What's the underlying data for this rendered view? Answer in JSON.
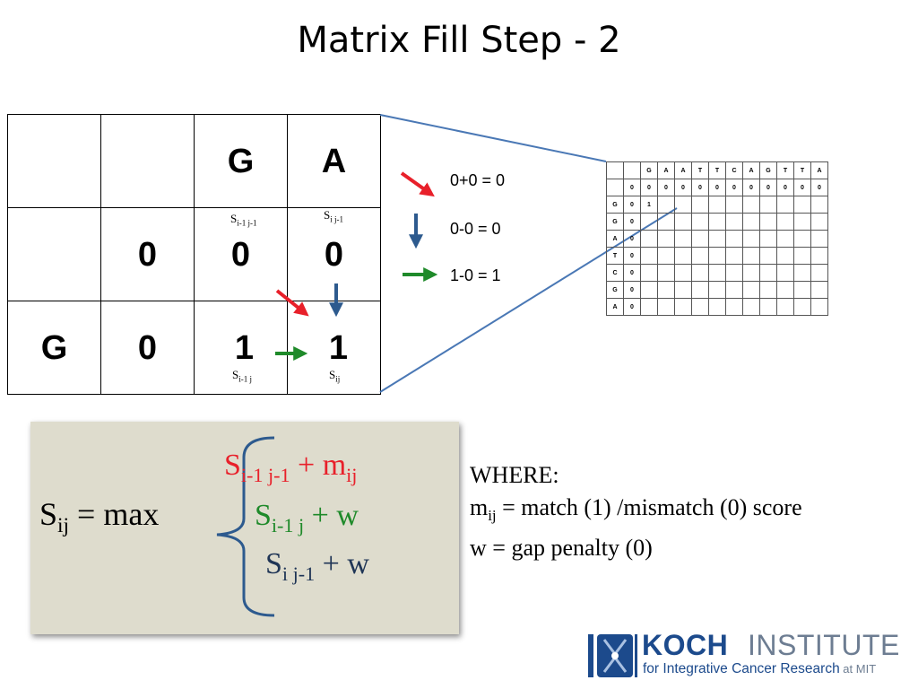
{
  "title": "Matrix Fill Step - 2",
  "zoom_grid": [
    [
      "",
      "",
      "G",
      "A"
    ],
    [
      "",
      "0",
      "0",
      "0"
    ],
    [
      "G",
      "0",
      "1",
      "1"
    ]
  ],
  "sub_labels": {
    "diag": {
      "base": "S",
      "sub": "i-1 j-1"
    },
    "up": {
      "base": "S",
      "sub": "i j-1"
    },
    "left": {
      "base": "S",
      "sub": "i-1 j"
    },
    "current": {
      "base": "S",
      "sub": "ij"
    }
  },
  "legend": [
    {
      "arrow": "red-diagonal-arrow",
      "color": "#e8202a",
      "text": "0+0 = 0"
    },
    {
      "arrow": "blue-down-arrow",
      "color": "#2d5a8e",
      "text": "0-0 = 0"
    },
    {
      "arrow": "green-right-arrow",
      "color": "#1f8a2a",
      "text": "1-0 = 1"
    }
  ],
  "mini_grid": [
    [
      "",
      "",
      "G",
      "A",
      "A",
      "T",
      "T",
      "C",
      "A",
      "G",
      "T",
      "T",
      "A"
    ],
    [
      "",
      "0",
      "0",
      "0",
      "0",
      "0",
      "0",
      "0",
      "0",
      "0",
      "0",
      "0",
      "0"
    ],
    [
      "G",
      "0",
      "1",
      "",
      "",
      "",
      "",
      "",
      "",
      "",
      "",
      "",
      ""
    ],
    [
      "G",
      "0",
      "",
      "",
      "",
      "",
      "",
      "",
      "",
      "",
      "",
      "",
      ""
    ],
    [
      "A",
      "0",
      "",
      "",
      "",
      "",
      "",
      "",
      "",
      "",
      "",
      "",
      ""
    ],
    [
      "T",
      "0",
      "",
      "",
      "",
      "",
      "",
      "",
      "",
      "",
      "",
      "",
      ""
    ],
    [
      "C",
      "0",
      "",
      "",
      "",
      "",
      "",
      "",
      "",
      "",
      "",
      "",
      ""
    ],
    [
      "G",
      "0",
      "",
      "",
      "",
      "",
      "",
      "",
      "",
      "",
      "",
      "",
      ""
    ],
    [
      "A",
      "0",
      "",
      "",
      "",
      "",
      "",
      "",
      "",
      "",
      "",
      "",
      ""
    ]
  ],
  "formula": {
    "lhs_base": "S",
    "lhs_sub": "ij",
    "lhs_rest": " = max",
    "lines": [
      {
        "base": "S",
        "sub": "i-1 j-1",
        "plus": " + m",
        "tail_sub": "ij",
        "color": "#e8202a"
      },
      {
        "base": "S",
        "sub": "i-1 j",
        "plus": " + w",
        "tail_sub": "",
        "color": "#1f8a2a"
      },
      {
        "base": "S",
        "sub": "i j-1",
        "plus": " + w",
        "tail_sub": "",
        "color": "#1f3556"
      }
    ],
    "brace_color": "#2d5a8e"
  },
  "where": {
    "heading": "WHERE:",
    "m_base": "m",
    "m_sub": "ij",
    "m_text": " = match (1) /mismatch (0) score",
    "w_text": "w = gap penalty (0)"
  },
  "logo": {
    "name_bold": "KOCH",
    "name_light": "INSTITUTE",
    "tagline": "for Integrative Cancer Research",
    "tagline_at": " at MIT"
  },
  "colors": {
    "red": "#e8202a",
    "blue": "#2d5a8e",
    "green": "#1f8a2a",
    "box_bg": "#dedccd",
    "zoom_line": "#4a78b5"
  }
}
